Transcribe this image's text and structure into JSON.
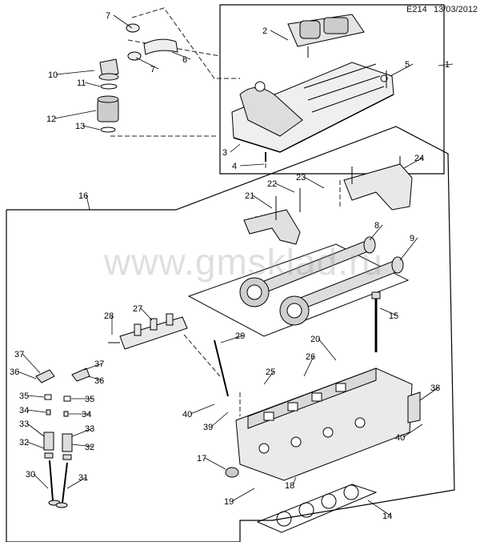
{
  "header": {
    "code": "E214",
    "date": "13/03/2012"
  },
  "watermark": "www.gmsklad.ru",
  "callouts": [
    "1",
    "2",
    "3",
    "4",
    "5",
    "6",
    "7",
    "7",
    "8",
    "9",
    "10",
    "11",
    "12",
    "13",
    "14",
    "15",
    "16",
    "17",
    "18",
    "19",
    "20",
    "21",
    "22",
    "23",
    "24",
    "25",
    "26",
    "27",
    "28",
    "29",
    "30",
    "31",
    "32",
    "32",
    "33",
    "33",
    "34",
    "34",
    "35",
    "35",
    "36",
    "36",
    "37",
    "37",
    "38",
    "39",
    "40",
    "40"
  ]
}
